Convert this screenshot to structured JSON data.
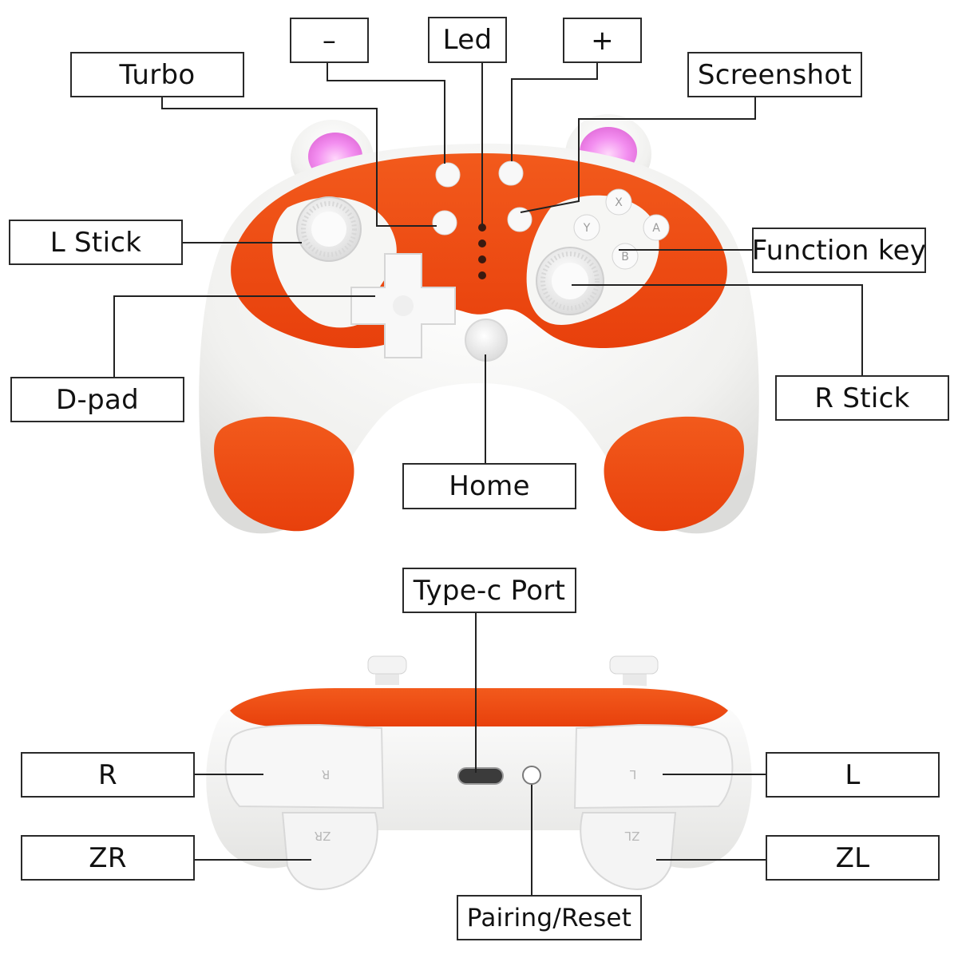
{
  "top_view": {
    "labels": {
      "minus": "–",
      "led": "Led",
      "plus": "+",
      "turbo": "Turbo",
      "screenshot": "Screenshot",
      "l_stick": "L Stick",
      "function_key": "Function key",
      "d_pad": "D-pad",
      "r_stick": "R Stick",
      "home": "Home"
    },
    "face_buttons": [
      "X",
      "Y",
      "A",
      "B"
    ]
  },
  "rear_view": {
    "labels": {
      "type_c_port": "Type-c Port",
      "r": "R",
      "l": "L",
      "zr": "ZR",
      "zl": "ZL",
      "pairing_reset": "Pairing/Reset"
    },
    "engraved": {
      "r": "R",
      "l": "L",
      "zr": "ZR",
      "zl": "ZL"
    }
  },
  "colors": {
    "body": "#f3f3f1",
    "accent": "#f04a12",
    "ear_glow": "#f07ae8",
    "outline": "#222222"
  }
}
